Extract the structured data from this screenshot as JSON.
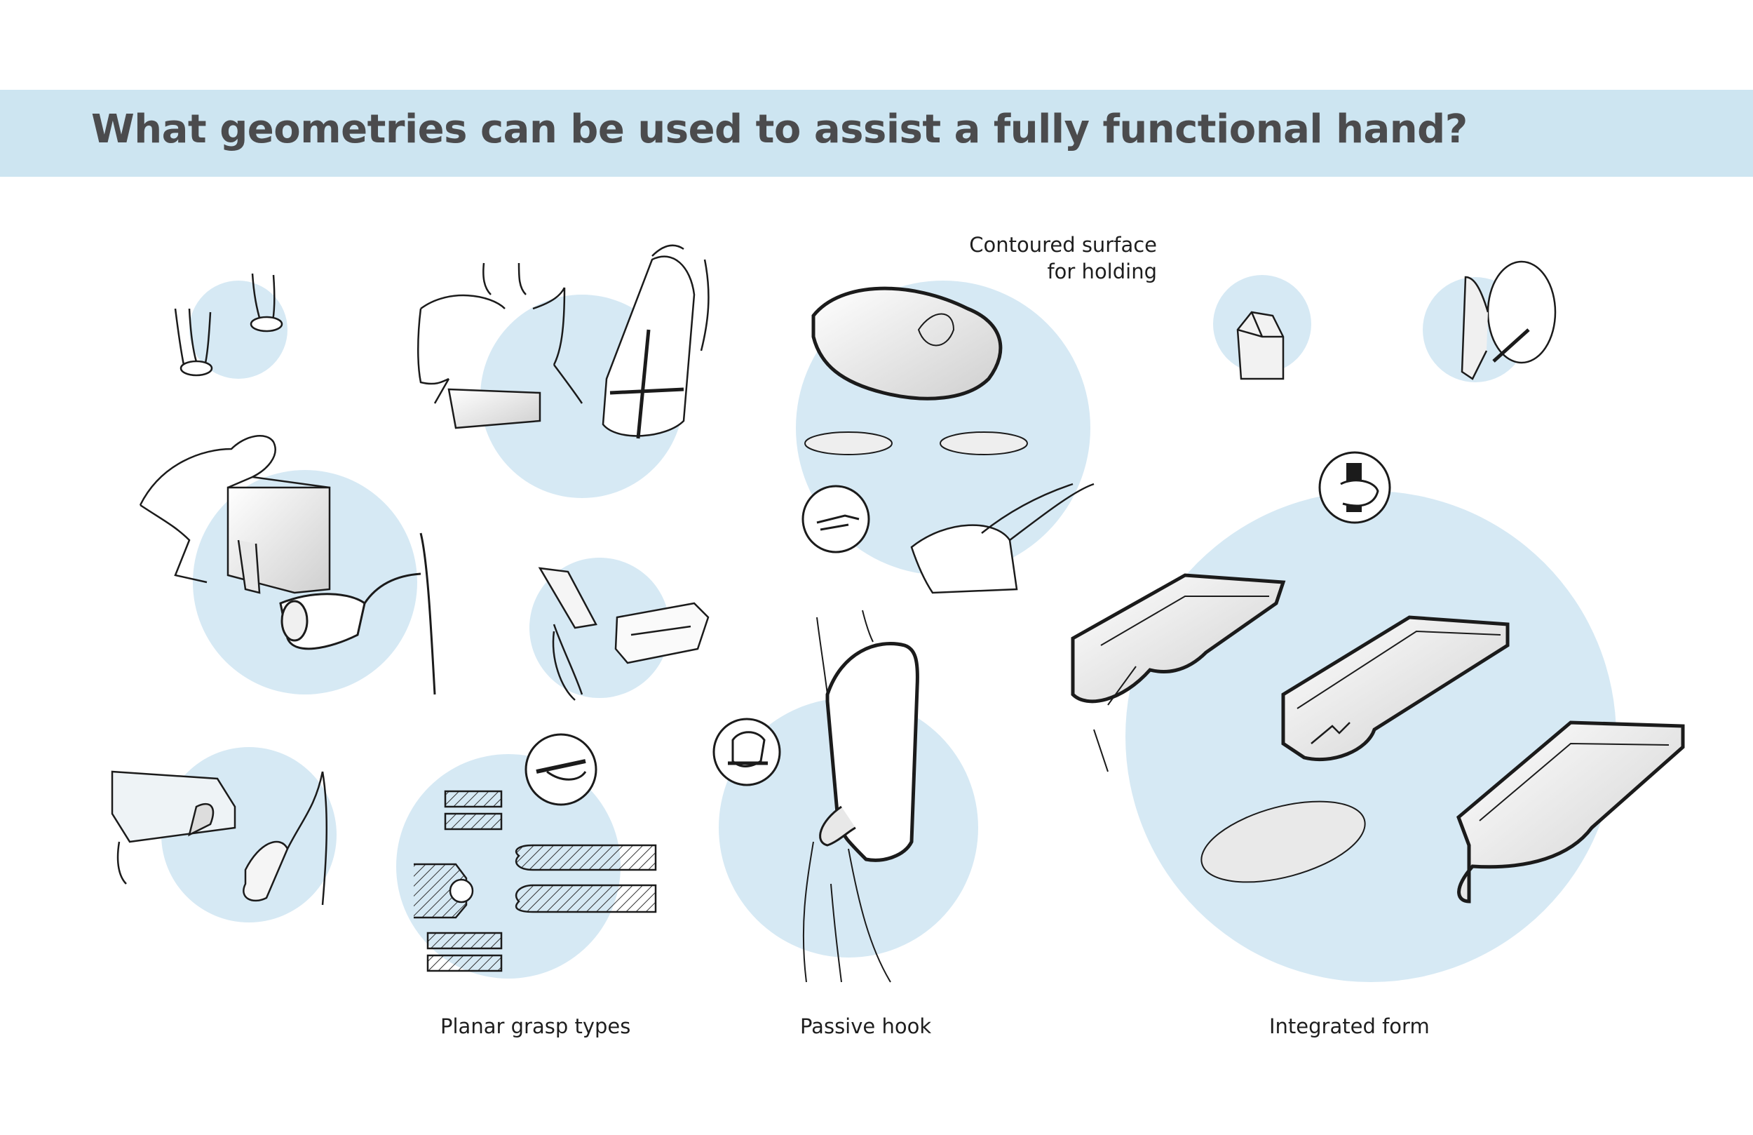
{
  "header": {
    "title": "What geometries can be used to assist a fully functional hand?"
  },
  "annotations": {
    "contoured_line1": "Contoured surface",
    "contoured_line2": "for holding"
  },
  "captions": {
    "planar": "Planar grasp types",
    "hook": "Passive hook",
    "integrated": "Integrated form"
  },
  "colors": {
    "band": "#cde5f1",
    "bubble": "#d6e9f4",
    "ink": "#1b1b1b",
    "title": "#4b4b4d"
  },
  "icons": [
    "pinch-grip-icon",
    "hook-grip-icon",
    "power-grip-icon",
    "pen-grip-icon"
  ]
}
